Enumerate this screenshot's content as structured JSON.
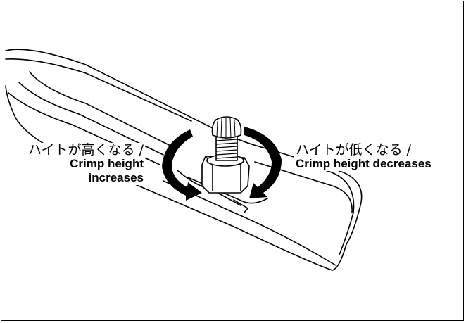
{
  "labels": {
    "increase": {
      "jp": "ハイトが高くなる /",
      "en_line1": "Crimp height",
      "en_line2": "increases"
    },
    "decrease": {
      "jp": "ハイトが低くなる /",
      "en_line1": "Crimp height decreases"
    }
  },
  "icons": {
    "left_arrow": "counterclockwise-arrow-icon",
    "right_arrow": "clockwise-arrow-icon",
    "bolt": "adjustment-bolt-icon"
  },
  "colors": {
    "line": "#000000",
    "background": "#ffffff"
  }
}
